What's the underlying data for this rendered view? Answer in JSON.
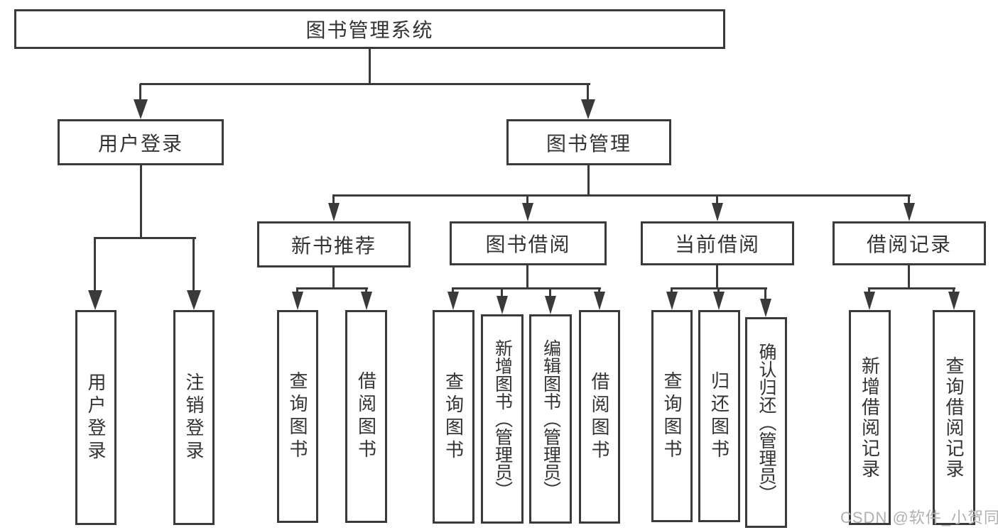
{
  "diagram_title": "图书管理系统",
  "nodes": {
    "root": {
      "label": "图书管理系统"
    },
    "user_login": {
      "label": "用户登录"
    },
    "book_mgmt": {
      "label": "图书管理"
    },
    "new_book_rec": {
      "label": "新书推荐"
    },
    "book_borrow": {
      "label": "图书借阅"
    },
    "current_borrow": {
      "label": "当前借阅"
    },
    "borrow_records": {
      "label": "借阅记录"
    },
    "login_leaf": {
      "label": "用户登录"
    },
    "logout_leaf": {
      "label": "注销登录"
    },
    "rec_query_books": {
      "label": "查询图书"
    },
    "rec_borrow_books": {
      "label": "借阅图书"
    },
    "bor_query_books": {
      "label": "查询图书"
    },
    "bor_add_books": {
      "label": "新增图书（管理员）"
    },
    "bor_edit_books": {
      "label": "编辑图书（管理员）"
    },
    "bor_borrow_books": {
      "label": "借阅图书"
    },
    "cur_query_books": {
      "label": "查询图书"
    },
    "cur_return_books": {
      "label": "归还图书"
    },
    "cur_confirm_return": {
      "label": "确认归还（管理员）"
    },
    "rec_add_record": {
      "label": "新增借阅记录"
    },
    "rec_query_record": {
      "label": "查询借阅记录"
    }
  },
  "hierarchy": {
    "root": "图书管理系统",
    "children": [
      {
        "label": "用户登录",
        "children": [
          "用户登录",
          "注销登录"
        ]
      },
      {
        "label": "图书管理",
        "children": [
          {
            "label": "新书推荐",
            "children": [
              "查询图书",
              "借阅图书"
            ]
          },
          {
            "label": "图书借阅",
            "children": [
              "查询图书",
              "新增图书（管理员）",
              "编辑图书（管理员）",
              "借阅图书"
            ]
          },
          {
            "label": "当前借阅",
            "children": [
              "查询图书",
              "归还图书",
              "确认归还（管理员）"
            ]
          },
          {
            "label": "借阅记录",
            "children": [
              "新增借阅记录",
              "查询借阅记录"
            ]
          }
        ]
      }
    ]
  },
  "watermark": {
    "text": "CSDN @软件_小贺同学"
  },
  "colors": {
    "line": "#3a3a3a",
    "text": "#333333",
    "watermark": "#b0b0b0",
    "background": "#ffffff"
  }
}
